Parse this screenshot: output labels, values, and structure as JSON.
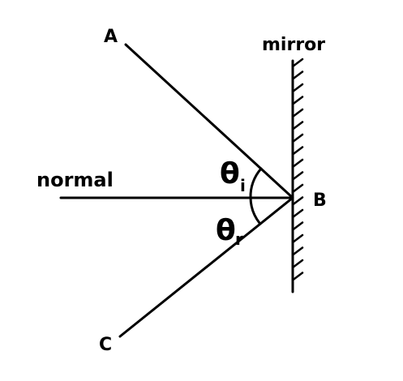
{
  "labels": {
    "mirror": "mirror",
    "normal": "normal",
    "point_a": "A",
    "point_b": "B",
    "point_c": "C",
    "theta_incident": "θ",
    "theta_incident_sub": "i",
    "theta_reflected": "θ",
    "theta_reflected_sub": "r"
  },
  "colors": {
    "line": "#000000",
    "background": "#ffffff"
  }
}
